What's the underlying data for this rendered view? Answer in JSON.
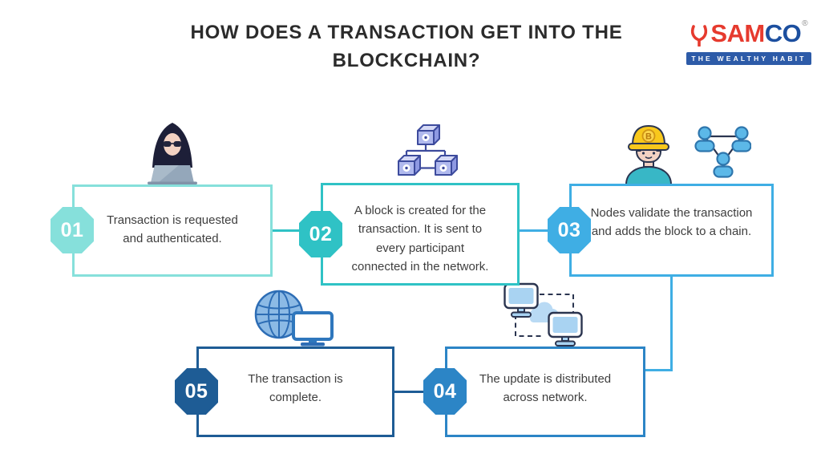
{
  "title": "HOW DOES A TRANSACTION GET INTO THE BLOCKCHAIN?",
  "logo": {
    "brand_sam": "SAM",
    "brand_co": "CO",
    "registered": "®",
    "tagline": "THE WEALTHY HABIT"
  },
  "steps": [
    {
      "number": "01",
      "text": "Transaction is requested and authenticated.",
      "icon": "hacker-at-laptop-icon",
      "color": "#86E0DB"
    },
    {
      "number": "02",
      "text": "A block is created for the transaction. It is sent to every participant connected in the network.",
      "icon": "linked-blocks-icon",
      "color": "#2FC2C5"
    },
    {
      "number": "03",
      "text": "Nodes validate the transaction and adds the block to a chain.",
      "icon": "miner-and-network-icon",
      "color": "#3FAEE4"
    },
    {
      "number": "04",
      "text": "The update is distributed across network.",
      "icon": "computers-cloud-sync-icon",
      "color": "#2C85C6"
    },
    {
      "number": "05",
      "text": "The transaction is complete.",
      "icon": "globe-computer-icon",
      "color": "#1E5C95"
    }
  ],
  "colors": {
    "step1": "#86E0DB",
    "step2": "#2FC2C5",
    "step3": "#3FAEE4",
    "step4": "#2C85C6",
    "step5": "#1E5C95",
    "body_text": "#3E3E3E",
    "title_text": "#2B2B2B",
    "logo_red": "#E63A2E",
    "logo_blue": "#1C4F9F",
    "tagline_bg": "#2D5BA8",
    "background": "#FFFFFF"
  }
}
